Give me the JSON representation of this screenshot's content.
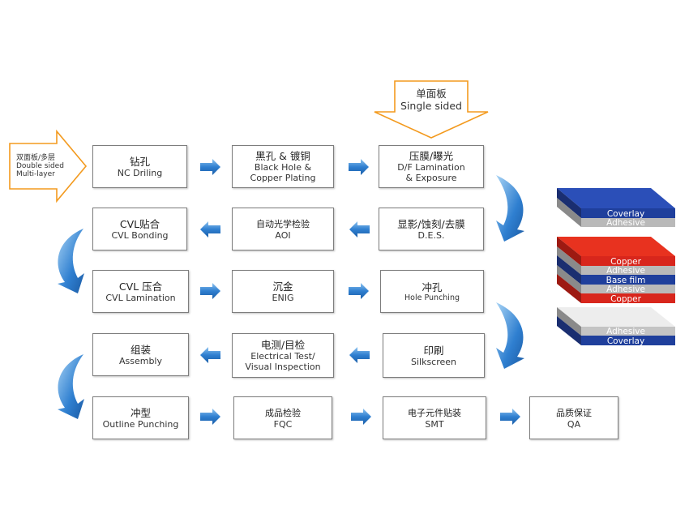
{
  "inputs": {
    "double_sided": {
      "cn": "双面板/多层",
      "en1": "Double sided",
      "en2": "Multi-layer"
    },
    "single_sided": {
      "cn": "单面板",
      "en": "Single sided"
    }
  },
  "steps": {
    "nc_drilling": {
      "cn": "钻孔",
      "en": "NC Driling"
    },
    "black_hole": {
      "cn": "黑孔 & 镀铜",
      "en1": "Black Hole &",
      "en2": "Copper Plating"
    },
    "df_lamination": {
      "cn": "压膜/曝光",
      "en1": "D/F Lamination",
      "en2": "& Exposure"
    },
    "des": {
      "cn": "显影/蚀刻/去膜",
      "en": "D.E.S."
    },
    "aoi": {
      "cn": "自动光学检验",
      "en": "AOI"
    },
    "cvl_bonding": {
      "cn": "CVL贴合",
      "en": "CVL Bonding"
    },
    "cvl_lamination": {
      "cn": "CVL 压合",
      "en": "CVL Lamination"
    },
    "enig": {
      "cn": "沉金",
      "en": "ENIG"
    },
    "hole_punching": {
      "cn": "冲孔",
      "en": "Hole Punching"
    },
    "silkscreen": {
      "cn": "印刷",
      "en": "Silkscreen"
    },
    "electrical_test": {
      "cn": "电测/目检",
      "en1": "Electrical Test/",
      "en2": "Visual Inspection"
    },
    "assembly": {
      "cn": "组装",
      "en": "Assembly"
    },
    "outline_punching": {
      "cn": "冲型",
      "en": "Outline Punching"
    },
    "fqc": {
      "cn": "成品检验",
      "en": "FQC"
    },
    "smt": {
      "cn": "电子元件贴装",
      "en": "SMT"
    },
    "qa": {
      "cn": "品质保证",
      "en": "QA"
    }
  },
  "stackups": {
    "top": [
      "Coverlay",
      "Adhesive"
    ],
    "middle": [
      "Copper",
      "Adhesive",
      "Base film",
      "Adhesive",
      "Copper"
    ],
    "bottom": [
      "Adhesive",
      "Coverlay"
    ]
  },
  "colors": {
    "arrow_blue": "#2f7fd0",
    "input_arrow_orange": "#f39a1e",
    "coverlay_blue": "#1f3f9c",
    "copper_red": "#d8261c",
    "adhesive_gray": "#b9b9b9"
  }
}
